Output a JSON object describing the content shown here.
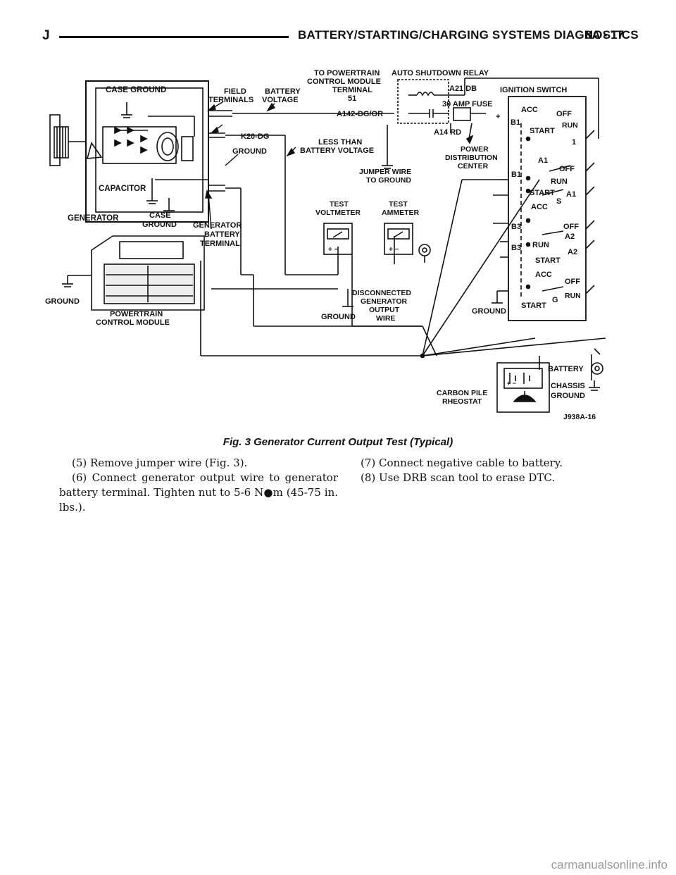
{
  "header": {
    "letter": "J",
    "title": "BATTERY/STARTING/CHARGING SYSTEMS DIAGNOSTICS",
    "page": "8A - 17"
  },
  "figure": {
    "labels": {
      "case_ground_top": "CASE GROUND",
      "field_terminals_1": "FIELD",
      "field_terminals_2": "TERMINALS",
      "battery_voltage_1": "BATTERY",
      "battery_voltage_2": "VOLTAGE",
      "to_pcm_1": "TO POWERTRAIN",
      "to_pcm_2": "CONTROL MODULE",
      "to_pcm_3": "TERMINAL",
      "to_pcm_4": "51",
      "auto_shutdown_relay": "AUTO SHUTDOWN RELAY",
      "a21_db": "A21 DB",
      "ignition_switch": "IGNITION SWITCH",
      "amp_fuse": "30 AMP FUSE",
      "a142": "A142-DG/OR",
      "a14_rd": "A14 RD",
      "k20_dg": "K20-DG",
      "ground_gen": "GROUND",
      "less_than_1": "LESS THAN",
      "less_than_2": "BATTERY VOLTAGE",
      "power_dist_1": "POWER",
      "power_dist_2": "DISTRIBUTION",
      "power_dist_3": "CENTER",
      "jumper_1": "JUMPER WIRE",
      "jumper_2": "TO GROUND",
      "capacitor": "CAPACITOR",
      "generator": "GENERATOR",
      "case_ground_1": "CASE",
      "case_ground_2": "GROUND",
      "gen_batt_1": "GENERATOR",
      "gen_batt_2": "BATTERY",
      "gen_batt_3": "TERMINAL",
      "test_voltmeter_1": "TEST",
      "test_voltmeter_2": "VOLTMETER",
      "test_ammeter_1": "TEST",
      "test_ammeter_2": "AMMETER",
      "ground_pcm": "GROUND",
      "pcm_1": "POWERTRAIN",
      "pcm_2": "CONTROL MODULE",
      "ground_mid": "GROUND",
      "disc_1": "DISCONNECTED",
      "disc_2": "GENERATOR",
      "disc_3": "OUTPUT",
      "disc_4": "WIRE",
      "ground_switch": "GROUND",
      "battery": "BATTERY",
      "chassis_1": "CHASSIS",
      "chassis_2": "GROUND",
      "carbon_1": "CARBON PILE",
      "carbon_2": "RHEOSTAT",
      "figure_id": "J938A-16",
      "sw_acc1": "ACC",
      "sw_off1": "OFF",
      "sw_b1a": "B1",
      "sw_start1": "START",
      "sw_run1": "RUN",
      "sw_1": "1",
      "sw_a1a": "A1",
      "sw_off2": "OFF",
      "sw_b1b": "B1",
      "sw_run2": "RUN",
      "sw_start2": "START",
      "sw_a1b": "A1",
      "sw_s": "S",
      "sw_acc2": "ACC",
      "sw_b3a": "B3",
      "sw_off3": "OFF",
      "sw_a2a": "A2",
      "sw_b3b": "B3",
      "sw_run3": "RUN",
      "sw_a2b": "A2",
      "sw_start3": "START",
      "sw_acc3": "ACC",
      "sw_off4": "OFF",
      "sw_g": "G",
      "sw_run4": "RUN",
      "sw_start4": "START"
    }
  },
  "caption": "Fig. 3 Generator Current Output Test (Typical)",
  "body": {
    "p5": "(5) Remove jumper wire (Fig. 3).",
    "p6": "(6) Connect generator output wire to generator battery terminal. Tighten nut to 5-6 N●m (45-75 in. lbs.).",
    "p7": "(7) Connect negative cable to battery.",
    "p8": "(8) Use DRB scan tool to erase DTC."
  },
  "watermark": "carmanualsonline.info"
}
